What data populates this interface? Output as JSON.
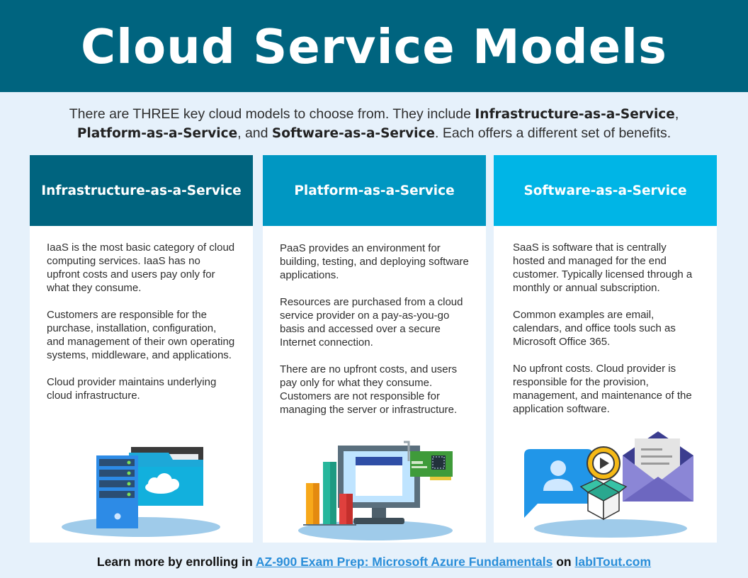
{
  "header": {
    "title": "Cloud Service Models"
  },
  "intro": {
    "lead": "There are THREE key cloud models to choose from. They include ",
    "model1": "Infrastructure-as-a-Service",
    "sep1": ",",
    "model2": "Platform-as-a-Service",
    "sep2": ", and ",
    "model3": "Software-as-a-Service",
    "tail": ". Each offers a different set of benefits."
  },
  "cards": [
    {
      "title": "Infrastructure-as-a-Service",
      "color": "#00647f",
      "paragraphs": [
        "IaaS is the most basic category of cloud computing services. IaaS has no upfront costs and users pay only for what they consume.",
        "Customers are responsible for the purchase, installation, configuration, and management of their own operating systems, middleware, and applications.",
        "Cloud provider maintains underlying cloud infrastructure."
      ],
      "icon": "server-folder-cloud-illustration"
    },
    {
      "title": "Platform-as-a-Service",
      "color": "#0097c2",
      "paragraphs": [
        "PaaS provides an environment for building, testing, and deploying software applications.",
        "Resources are purchased from a cloud service provider on a pay-as-you-go basis and accessed over a secure Internet connection.",
        "There are no upfront costs, and users pay only for what they consume. Customers are not responsible for managing the server or infrastructure."
      ],
      "icon": "monitor-chart-circuit-illustration"
    },
    {
      "title": "Software-as-a-Service",
      "color": "#00b5e6",
      "paragraphs": [
        "SaaS is software that is centrally hosted and managed for the end customer. Typically licensed through a monthly or annual subscription.",
        "Common examples are email, calendars, and office tools such as Microsoft Office 365.",
        "No upfront costs. Cloud provider is responsible for the provision, management, and maintenance of the application software."
      ],
      "icon": "user-package-email-illustration"
    }
  ],
  "footer": {
    "lead": "Learn more by enrolling in ",
    "course_link": "AZ-900 Exam Prep: Microsoft Azure Fundamentals",
    "mid": " on ",
    "site_link": "labITout.com"
  },
  "colors": {
    "banner": "#00647f",
    "background": "#e6f1fb",
    "link": "#2a8ed9"
  }
}
